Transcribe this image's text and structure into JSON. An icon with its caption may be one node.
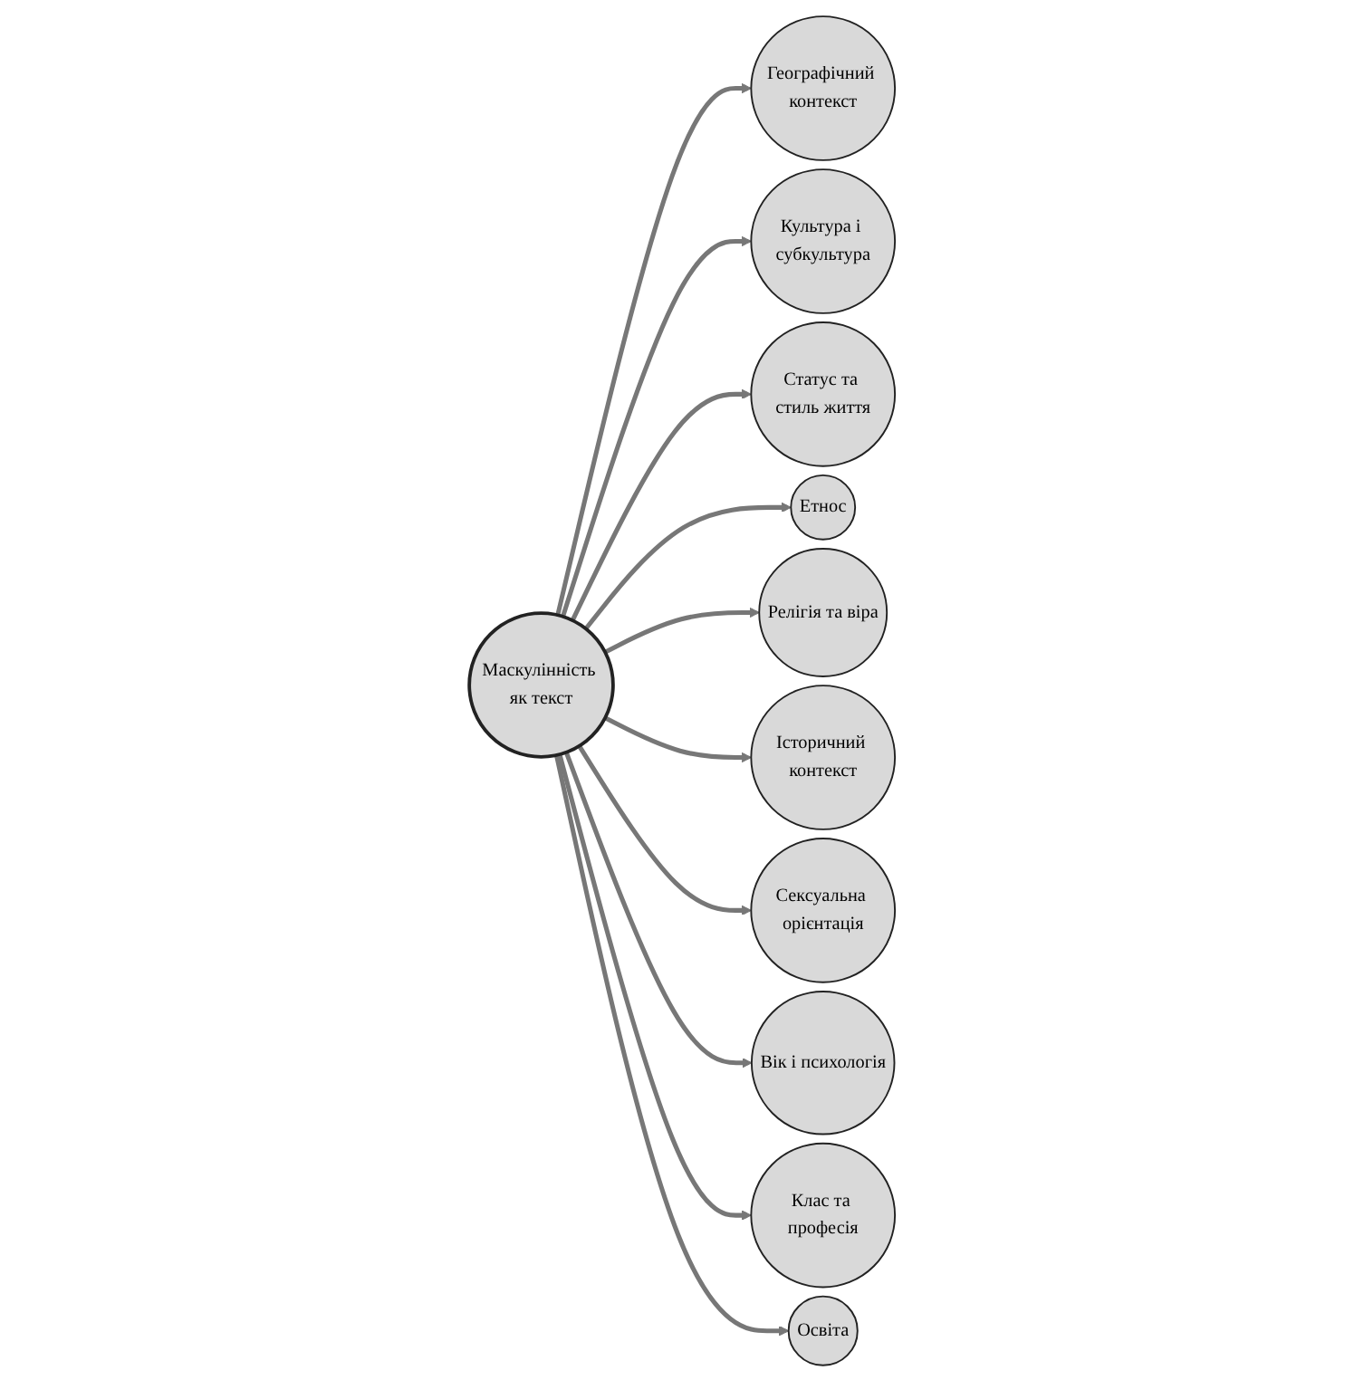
{
  "diagram": {
    "nodes": [
      {
        "text": [
          "Маскулінність як текст"
        ]
      },
      {
        "text": [
          "Географічний контекст"
        ]
      },
      {
        "text": [
          "Культура і субкультура"
        ]
      },
      {
        "text": [
          "Статус та стиль життя"
        ]
      },
      {
        "text": [
          "Етнос"
        ]
      },
      {
        "text": [
          "Релігія та віра"
        ]
      },
      {
        "text": [
          "Історичний контекст"
        ]
      },
      {
        "text": [
          "Сексуальна орієнтація"
        ]
      },
      {
        "text": [
          "Вік і психологія"
        ]
      },
      {
        "text": [
          "Клас та професія"
        ]
      },
      {
        "text": [
          "Освіта"
        ]
      }
    ],
    "edges": [
      {
        "from": 0,
        "to": 1,
        "arrow": "to"
      },
      {
        "from": 0,
        "to": 2,
        "arrow": "to"
      },
      {
        "from": 0,
        "to": 3,
        "arrow": "to"
      },
      {
        "from": 0,
        "to": 4,
        "arrow": "to"
      },
      {
        "from": 0,
        "to": 5,
        "arrow": "to"
      },
      {
        "from": 0,
        "to": 6,
        "arrow": "to"
      },
      {
        "from": 0,
        "to": 7,
        "arrow": "to"
      },
      {
        "from": 0,
        "to": 8,
        "arrow": "to"
      },
      {
        "from": 0,
        "to": 9,
        "arrow": "to"
      },
      {
        "from": 0,
        "to": 10,
        "arrow": "to"
      }
    ]
  }
}
